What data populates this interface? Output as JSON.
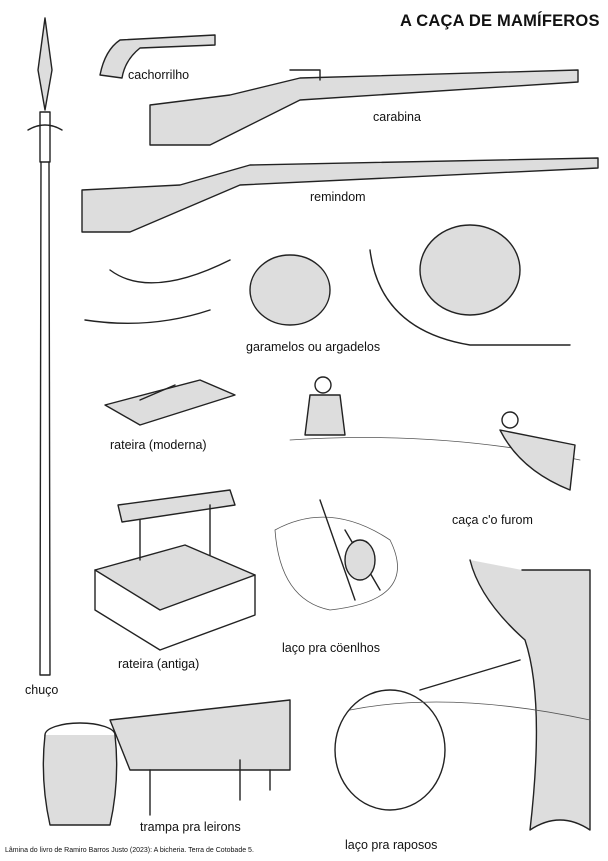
{
  "title": "A CAÇA DE MAMÍFEROS",
  "labels": {
    "pistol": "cachorrilho",
    "carbine": "carabina",
    "rifle": "remindom",
    "traps": "garamelos ou argadelos",
    "modern_rat_trap": "rateira (moderna)",
    "ferret_hunt": "caça c'o furom",
    "old_rat_trap": "rateira (antiga)",
    "rabbit_snare": "laço pra cöenlhos",
    "pike": "chuço",
    "dormouse_trap": "trampa pra leirons",
    "fox_snare": "laço pra raposos"
  },
  "credit": "Lâmina do livro de Ramiro Barros Justo (2023): A bicheria. Terra de Cotobade 5."
}
